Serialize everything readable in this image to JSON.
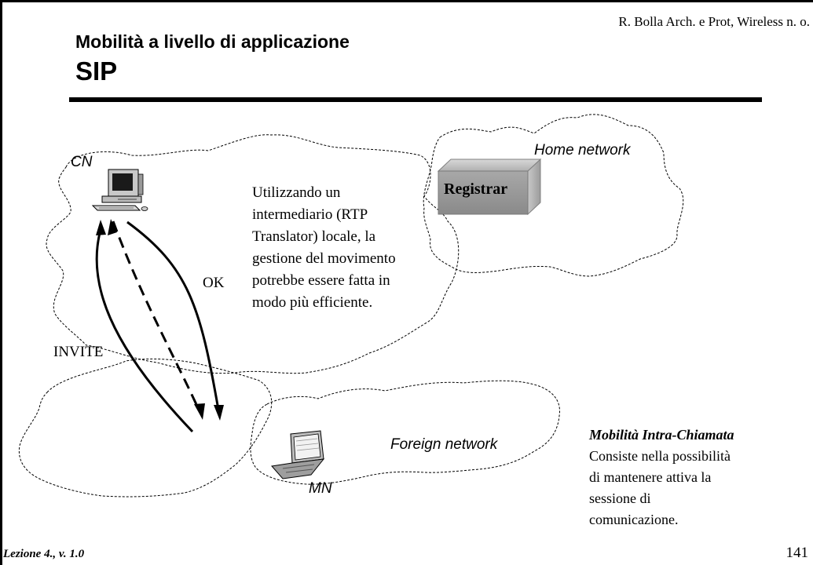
{
  "header": {
    "course_ref": "R. Bolla Arch. e Prot, Wireless n. o.",
    "title": "Mobilità a livello di applicazione",
    "subtitle": "SIP"
  },
  "diagram": {
    "cn_label": "CN",
    "home_network_label": "Home network",
    "registrar_label": "Registrar",
    "foreign_network_label": "Foreign network",
    "mn_label": "MN",
    "ok_label": "OK",
    "invite_label": "INVITE",
    "description_lines": [
      "Utilizzando un",
      "intermediario (RTP",
      "Translator) locale, la",
      "gestione del movimento",
      "potrebbe essere fatta in",
      "modo più efficiente."
    ],
    "icons": [
      "desktop-computer-icon",
      "laptop-computer-icon",
      "registrar-server-box"
    ],
    "colors": {
      "registrar_fill": "#9a9a9a",
      "registrar_border": "#7a7a7a"
    }
  },
  "side_note": {
    "title": "Mobilità Intra-Chiamata",
    "lines": [
      "Consiste nella possibilità",
      "di mantenere attiva la",
      "sessione di",
      "comunicazione."
    ]
  },
  "footer": {
    "lesson": "Lezione 4., v. 1.0",
    "page_number": "141"
  }
}
